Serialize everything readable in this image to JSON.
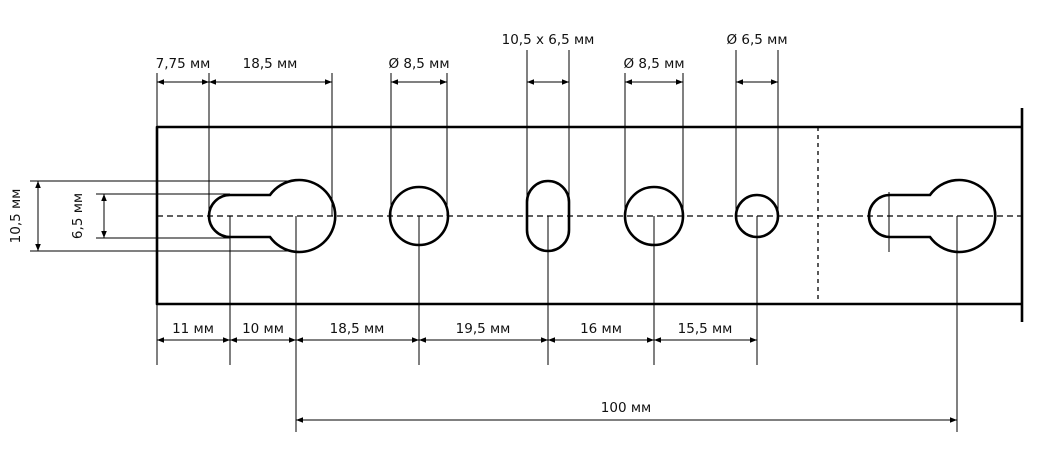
{
  "dimensions": {
    "top_7_75": "7,75 мм",
    "top_18_5": "18,5 мм",
    "top_dia_8_5_a": "Ø 8,5 мм",
    "top_slot": "10,5 x 6,5 мм",
    "top_dia_8_5_b": "Ø 8,5 мм",
    "top_dia_6_5": "Ø 6,5 мм",
    "left_10_5": "10,5 мм",
    "left_6_5": "6,5 мм",
    "bottom_11": "11 мм",
    "bottom_10": "10 мм",
    "bottom_18_5": "18,5 мм",
    "bottom_19_5": "19,5 мм",
    "bottom_16": "16 мм",
    "bottom_15_5": "15,5 мм",
    "pitch_100": "100 мм"
  }
}
